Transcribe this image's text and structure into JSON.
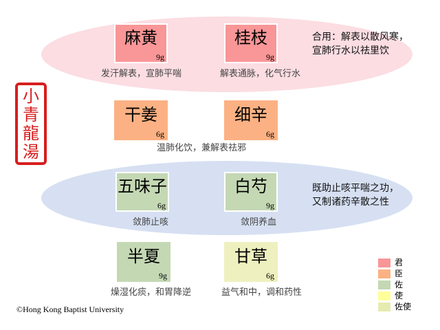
{
  "title_seal": "小青龍湯",
  "colors": {
    "jun": "#f99697",
    "chen": "#fbb183",
    "zuo": "#c4d8b4",
    "shi": "#ffff99",
    "zuoshi": "#e6ebb0",
    "pink_group": "#fbdde2",
    "blue_group": "#d6e0f2",
    "seal": "#d81e1e"
  },
  "herbs": [
    {
      "name": "麻黄",
      "dose": "9g",
      "caption": "发汗解表，宣肺平喘"
    },
    {
      "name": "桂枝",
      "dose": "9g",
      "caption": "解表通脉，化气行水"
    },
    {
      "name": "干姜",
      "dose": "6g"
    },
    {
      "name": "细辛",
      "dose": "6g"
    },
    {
      "name": "五味子",
      "dose": "6g",
      "caption": "敛肺止咳"
    },
    {
      "name": "白芍",
      "dose": "9g",
      "caption": "敛阴养血"
    },
    {
      "name": "半夏",
      "dose": "9g",
      "caption": "燥湿化痰，和胃降逆"
    },
    {
      "name": "甘草",
      "dose": "6g",
      "caption": "益气和中，调和药性"
    }
  ],
  "row2_caption": "温肺化饮，兼解表祛邪",
  "notes": {
    "top": [
      "合用：解表以散风寒，",
      "宣肺行水以祛里饮"
    ],
    "middle": [
      "既助止咳平喘之功，",
      "又制诸药辛散之性"
    ]
  },
  "legend": [
    "君",
    "臣",
    "佐",
    "使",
    "佐使"
  ],
  "copyright": "©Hong Kong Baptist University"
}
